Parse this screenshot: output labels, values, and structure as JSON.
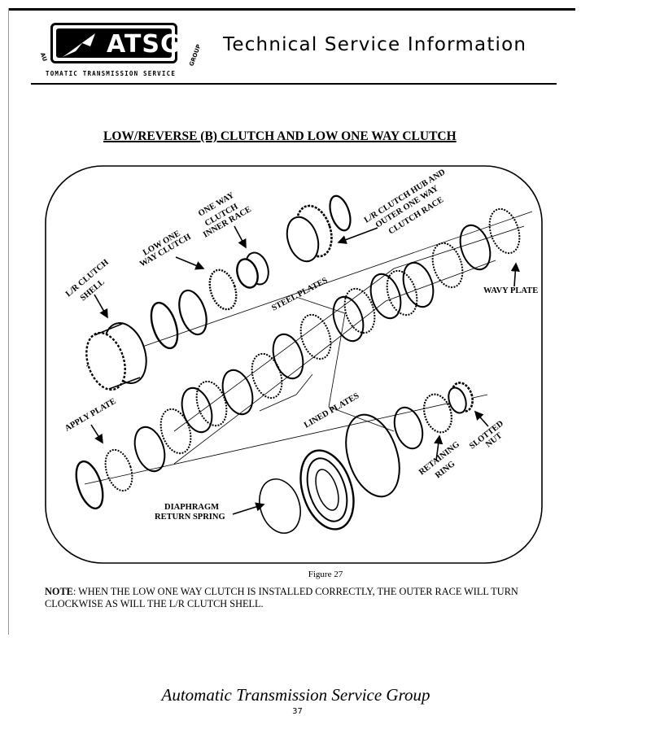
{
  "header": {
    "logo_text": "ATSG",
    "logo_sub": "TOMATIC TRANSMISSION SERVICE",
    "logo_corner_left": "AU",
    "logo_corner_right": "GROUP",
    "title": "Technical Service Information"
  },
  "section": {
    "title": "LOW/REVERSE (B) CLUTCH AND LOW ONE WAY CLUTCH"
  },
  "diagram": {
    "labels": {
      "lr_clutch_shell_1": "L/R CLUTCH",
      "lr_clutch_shell_2": "SHELL",
      "low_one_way_1": "LOW ONE",
      "low_one_way_2": "WAY CLUTCH",
      "inner_race_1": "ONE WAY",
      "inner_race_2": "CLUTCH",
      "inner_race_3": "INNER RACE",
      "hub_1": "L/R CLUTCH HUB AND",
      "hub_2": "OUTER ONE WAY",
      "hub_3": "CLUTCH RACE",
      "steel_plates": "STEEL PLATES",
      "wavy_plate": "WAVY PLATE",
      "apply_plate": "APPLY PLATE",
      "lined_plates": "LINED PLATES",
      "retaining_1": "RETAINING",
      "retaining_2": "RING",
      "slotted_1": "SLOTTED",
      "slotted_2": "NUT",
      "diaphragm_1": "DIAPHRAGM",
      "diaphragm_2": "RETURN SPRING"
    },
    "figure_caption": "Figure 27"
  },
  "note": {
    "label": "NOTE",
    "text": ": WHEN THE LOW ONE WAY CLUTCH IS INSTALLED CORRECTLY, THE OUTER RACE WILL TURN CLOCKWISE AS WILL THE L/R CLUTCH SHELL."
  },
  "footer": {
    "title": "Automatic Transmission Service Group",
    "page_number": "37"
  }
}
